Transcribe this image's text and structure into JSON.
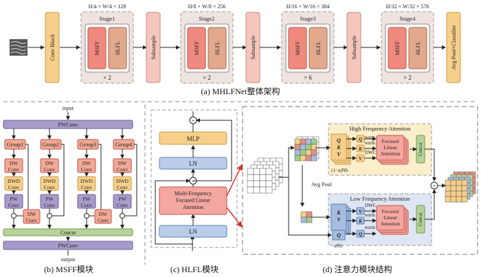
{
  "top": {
    "conv_block": "Conv Block",
    "stages": [
      {
        "title": "Stage1",
        "dims": "H/4 × W/4 × 128",
        "rep": "× 2"
      },
      {
        "title": "Stage2",
        "dims": "H/8 × W/8 × 256",
        "rep": "× 2"
      },
      {
        "title": "Stage3",
        "dims": "H/16 × W/16 × 384",
        "rep": "× 6"
      },
      {
        "title": "Stage4",
        "dims": "H/32 × W/32 × 576",
        "rep": "× 2"
      }
    ],
    "msff": "MSFF",
    "hlfl": "HLFL",
    "subsample": "Subsample",
    "avgpool": "Avg Pool+Classifier",
    "caption": "(a)  MHLFNet整体架构"
  },
  "b": {
    "input": "input",
    "pwconv_top": "PWConv",
    "groups": [
      "Group1",
      "Group2",
      "Group3",
      "Group4"
    ],
    "dwconv": "DW Conv",
    "dwdconv": "DWD Conv",
    "pwconv": "PW Conv",
    "concat": "Concat",
    "pwconv_bottom": "PWConv",
    "output": "output",
    "caption": "(b)  MSFF模块"
  },
  "c": {
    "mlp": "MLP",
    "ln": "LN",
    "attention": "Multi-Frequency Focused Linear Attention",
    "caption": "(c)  HLFL模块"
  },
  "d": {
    "high_title": "High Frequency Attention",
    "low_title": "Low Frequency Attention",
    "qkv": "QKV",
    "kv": "KV",
    "q": "Q",
    "k": "K",
    "v": "V",
    "norm": "norm",
    "dwc": "DWC",
    "fla": "Focused Linear Attention",
    "concat": "Concat",
    "avg_pool": "Avg Pool",
    "high_heads": "(1−α)Nh",
    "low_heads": "αNh",
    "caption": "(d)  注意力模块结构"
  }
}
